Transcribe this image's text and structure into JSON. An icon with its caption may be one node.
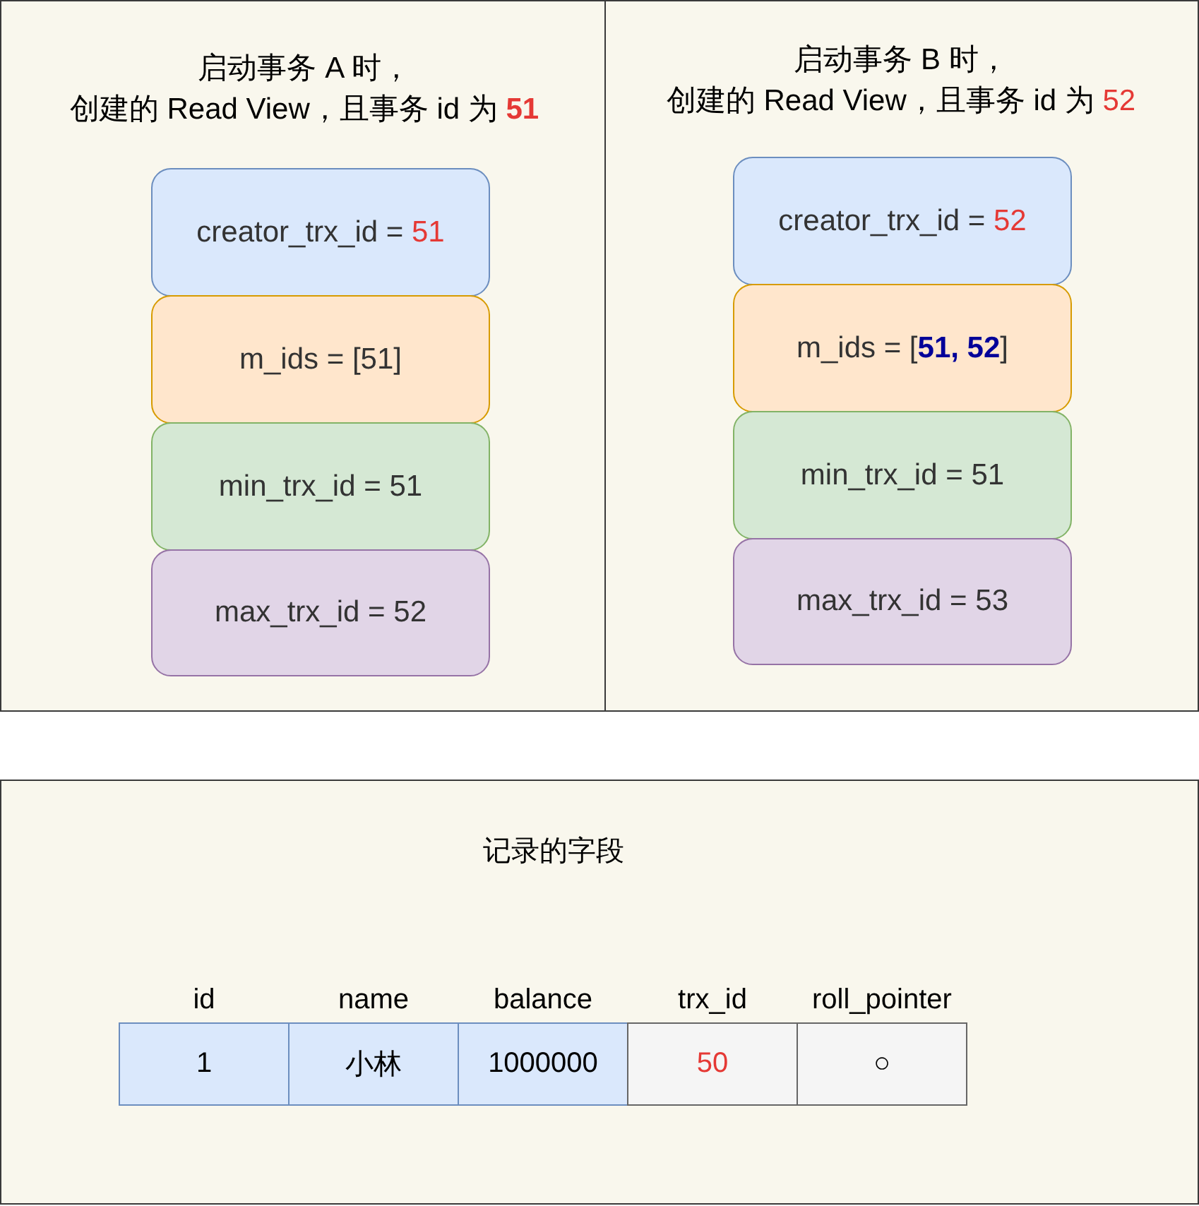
{
  "diagram": {
    "nodes": [
      {
        "text": [
          "启动事务 A 时，创建的 Read View，且事务 id 为 **51**"
        ]
      },
      {
        "text": [
          "creator_trx_id = 51"
        ],
        "in": 0
      },
      {
        "text": [
          "m_ids = [51]"
        ],
        "in": 0
      },
      {
        "text": [
          "min_trx_id = 51"
        ],
        "in": 0
      },
      {
        "text": [
          "max_trx_id = 52"
        ],
        "in": 0
      },
      {
        "text": [
          "启动事务 B 时，创建的 Read View，且事务 id 为 52"
        ]
      },
      {
        "text": [
          "creator_trx_id = 52"
        ],
        "in": 5
      },
      {
        "text": [
          "m_ids = [**51, 52**]"
        ],
        "in": 5
      },
      {
        "text": [
          "min_trx_id = 51"
        ],
        "in": 5
      },
      {
        "text": [
          "max_trx_id = 53"
        ],
        "in": 5
      },
      {
        "text": [
          "记录的字段"
        ]
      },
      {
        "text": [
          "id",
          "1"
        ],
        "in": 10
      },
      {
        "text": [
          "name",
          "小林"
        ],
        "in": 10
      },
      {
        "text": [
          "balance",
          "1000000"
        ],
        "in": 10
      },
      {
        "text": [
          "trx_id",
          "50"
        ],
        "in": 10
      },
      {
        "text": [
          "roll_pointer",
          "○"
        ],
        "in": 10
      }
    ]
  }
}
